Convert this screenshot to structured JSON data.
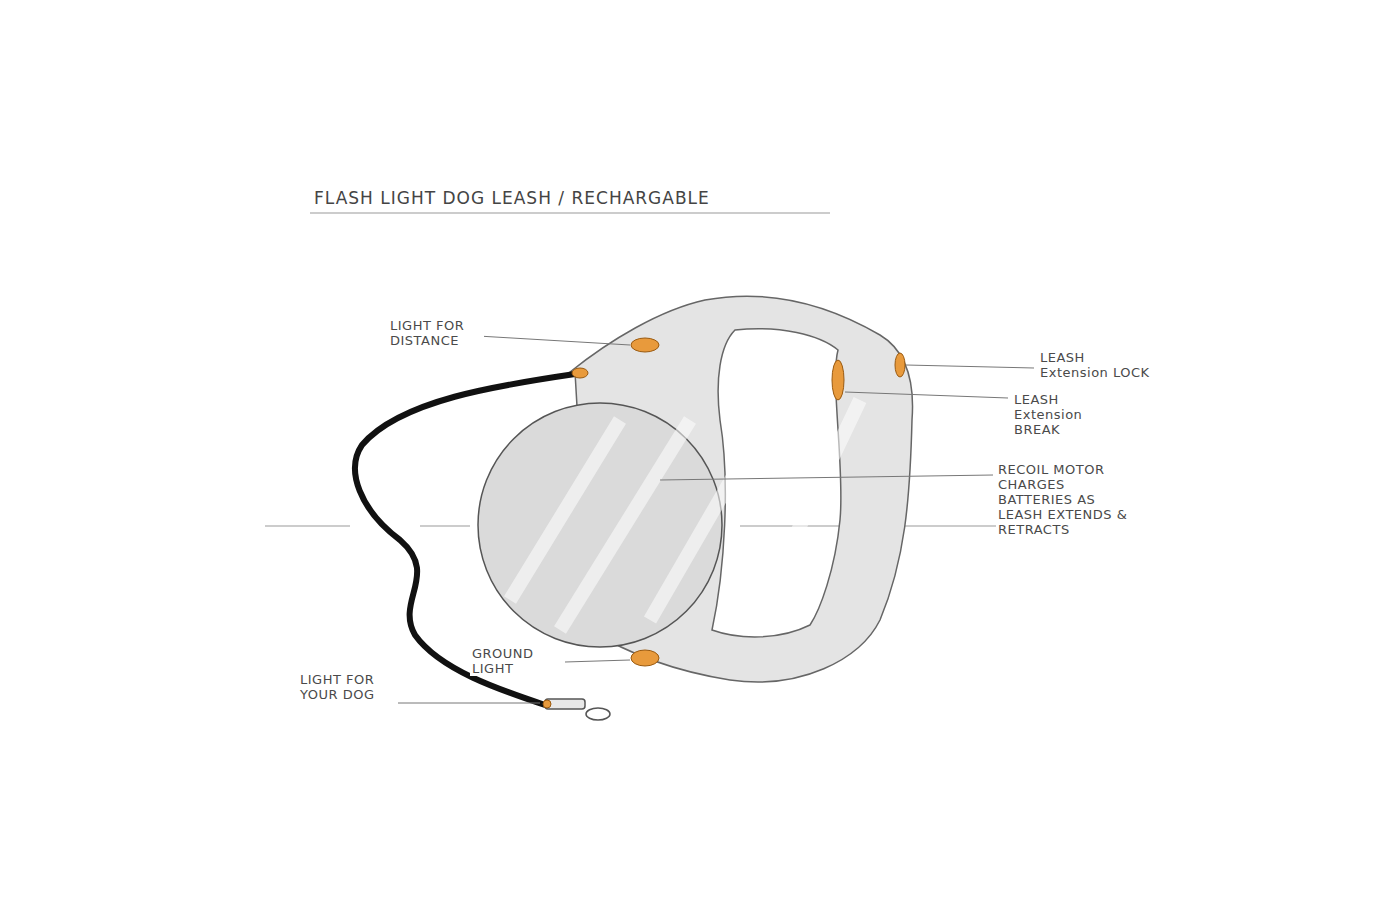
{
  "diagram": {
    "title": "FLASH LIGHT DOG LEASH / RECHARGABLE",
    "labels": [
      "LIGHT FOR DISTANCE",
      "LEASH Extension LOCK",
      "LEASH Extension BREAK",
      "RECOIL MOTOR CHARGES BATTERIES AS LEASH EXTENDS & RETRACTS",
      "GROUND LIGHT",
      "LIGHT FOR YOUR DOG"
    ]
  }
}
